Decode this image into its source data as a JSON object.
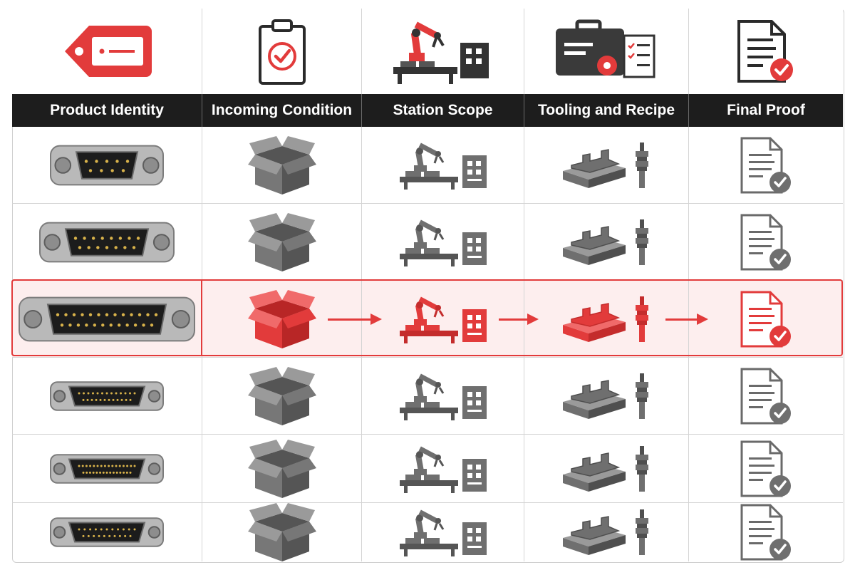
{
  "columns": [
    {
      "header": "Product Identity",
      "icon": "price-tag-icon"
    },
    {
      "header": "Incoming Condition",
      "icon": "clipboard-check-icon"
    },
    {
      "header": "Station Scope",
      "icon": "robot-arm-station-icon"
    },
    {
      "header": "Tooling and Recipe",
      "icon": "toolbox-recipe-icon"
    },
    {
      "header": "Final Proof",
      "icon": "document-check-icon"
    }
  ],
  "rows": [
    {
      "connector": "connector-dsub-9-icon",
      "pins": 9,
      "highlighted": false
    },
    {
      "connector": "connector-dsub-15-icon",
      "pins": 15,
      "highlighted": false
    },
    {
      "connector": "connector-dsub-25-icon",
      "pins": 25,
      "highlighted": true
    },
    {
      "connector": "connector-micro-dsub-icon",
      "pins": 25,
      "highlighted": false
    },
    {
      "connector": "connector-micro-dsub-icon",
      "pins": 31,
      "highlighted": false
    },
    {
      "connector": "connector-micro-dsub-icon",
      "pins": 21,
      "highlighted": false
    }
  ],
  "colors": {
    "accent": "#e23b3b",
    "icon_gray": "#6f6f6f",
    "header_bg": "#1d1d1d",
    "highlight_bg": "#fdeeee"
  }
}
